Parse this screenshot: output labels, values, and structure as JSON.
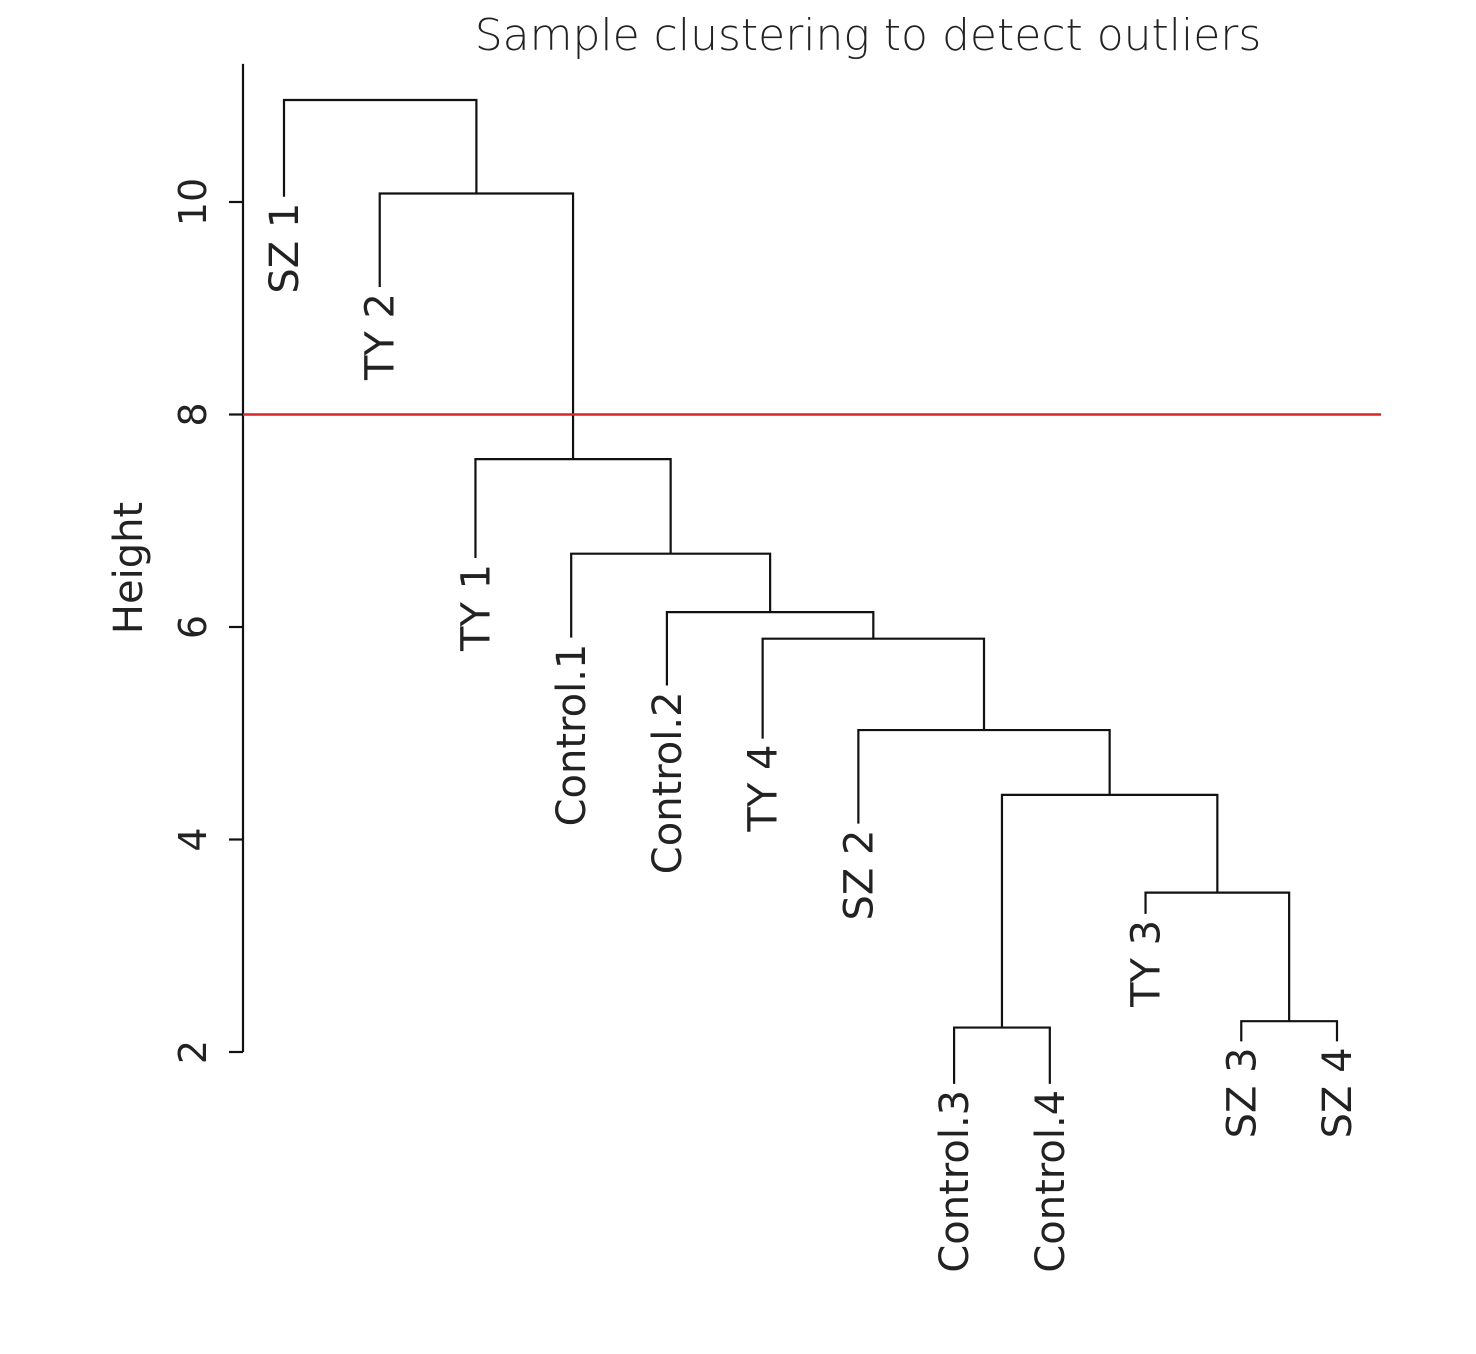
{
  "chart_data": {
    "type": "dendrogram",
    "title": "Sample clustering to detect outliers",
    "xlabel": "",
    "ylabel": "Height",
    "ylim": [
      2,
      11.3
    ],
    "yticks": [
      "2",
      "4",
      "6",
      "8",
      "10"
    ],
    "cut_height": 8,
    "cut_color": "#d62728",
    "leaves": [
      {
        "label": "SZ 1",
        "height": 10.05
      },
      {
        "label": "TY 2",
        "height": 9.2
      },
      {
        "label": "TY 1",
        "height": 6.65
      },
      {
        "label": "Control.1",
        "height": 5.9
      },
      {
        "label": "Control.2",
        "height": 5.45
      },
      {
        "label": "TY 4",
        "height": 4.95
      },
      {
        "label": "SZ 2",
        "height": 4.15
      },
      {
        "label": "Control.3",
        "height": 1.7
      },
      {
        "label": "Control.4",
        "height": 1.7
      },
      {
        "label": "TY 3",
        "height": 3.3
      },
      {
        "label": "SZ 3",
        "height": 2.1
      },
      {
        "label": "SZ 4",
        "height": 2.1
      }
    ],
    "merges": [
      {
        "id": "m1",
        "left": "Control.3",
        "right": "Control.4",
        "height": 2.23
      },
      {
        "id": "m2",
        "left": "SZ 3",
        "right": "SZ 4",
        "height": 2.29
      },
      {
        "id": "m3",
        "left": "TY 3",
        "right": "m2",
        "height": 3.5
      },
      {
        "id": "m4",
        "left": "m1",
        "right": "m3",
        "height": 4.42
      },
      {
        "id": "m5",
        "left": "SZ 2",
        "right": "m4",
        "height": 5.03
      },
      {
        "id": "m6",
        "left": "TY 4",
        "right": "m5",
        "height": 5.89
      },
      {
        "id": "m7",
        "left": "Control.2",
        "right": "m6",
        "height": 6.14
      },
      {
        "id": "m8",
        "left": "Control.1",
        "right": "m7",
        "height": 6.69
      },
      {
        "id": "m9",
        "left": "TY 1",
        "right": "m8",
        "height": 7.58
      },
      {
        "id": "m10",
        "left": "TY 2",
        "right": "m9",
        "height": 10.08
      },
      {
        "id": "m11",
        "left": "SZ 1",
        "right": "m10",
        "height": 10.96
      }
    ]
  }
}
